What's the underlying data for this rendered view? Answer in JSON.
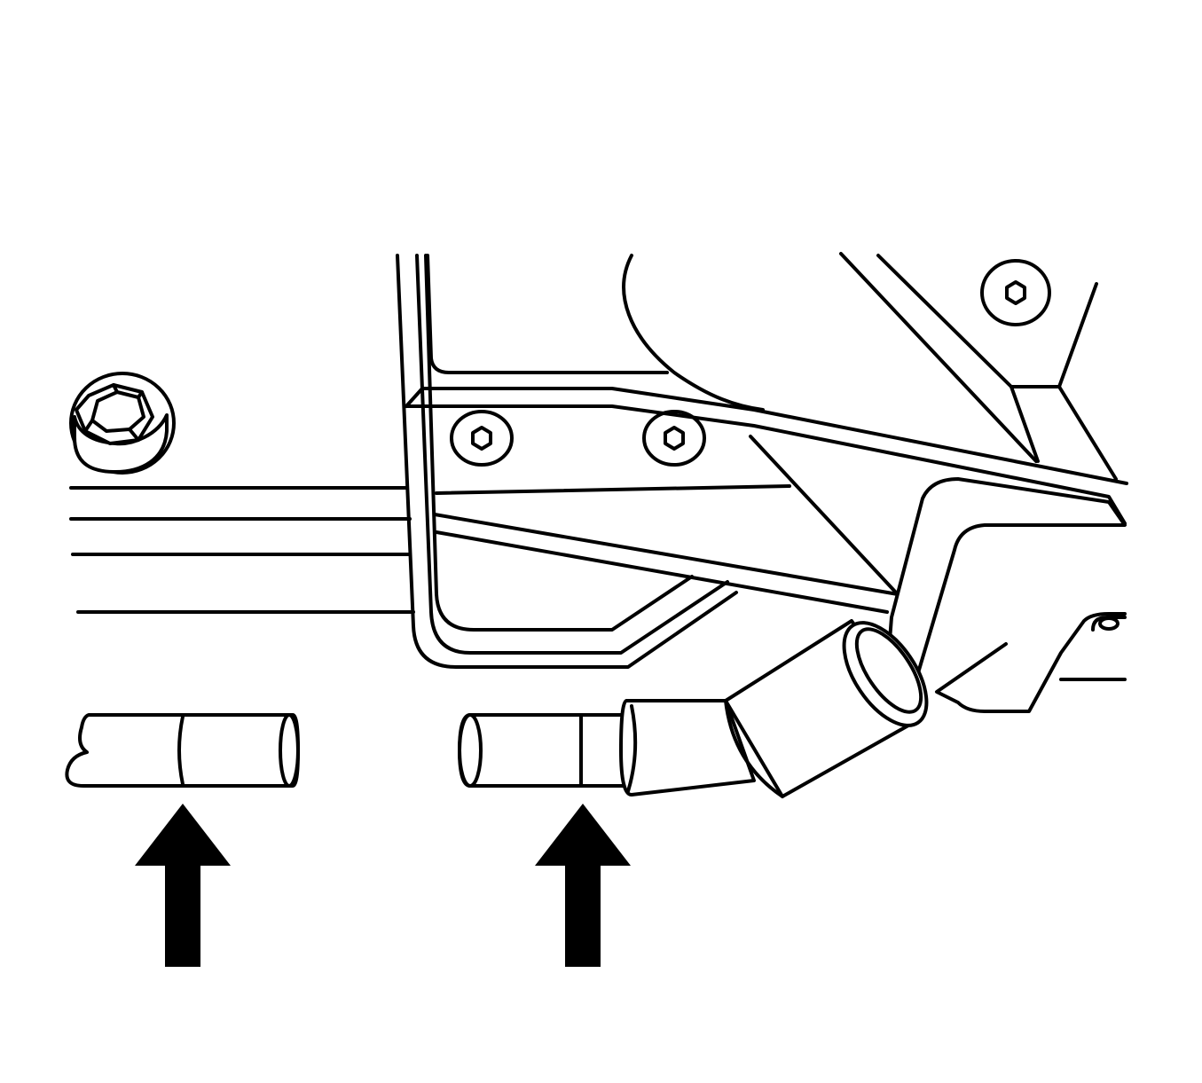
{
  "figure": {
    "callouts": [
      {
        "kind": "arrow",
        "target": "cut-pipe-end-left"
      },
      {
        "kind": "arrow",
        "target": "cut-pipe-end-right"
      }
    ],
    "colors": {
      "line": "#000000",
      "background": "#ffffff"
    },
    "icons": [
      "hex-bolt-icon",
      "socket-screw-icon",
      "arrow-up-icon"
    ]
  }
}
